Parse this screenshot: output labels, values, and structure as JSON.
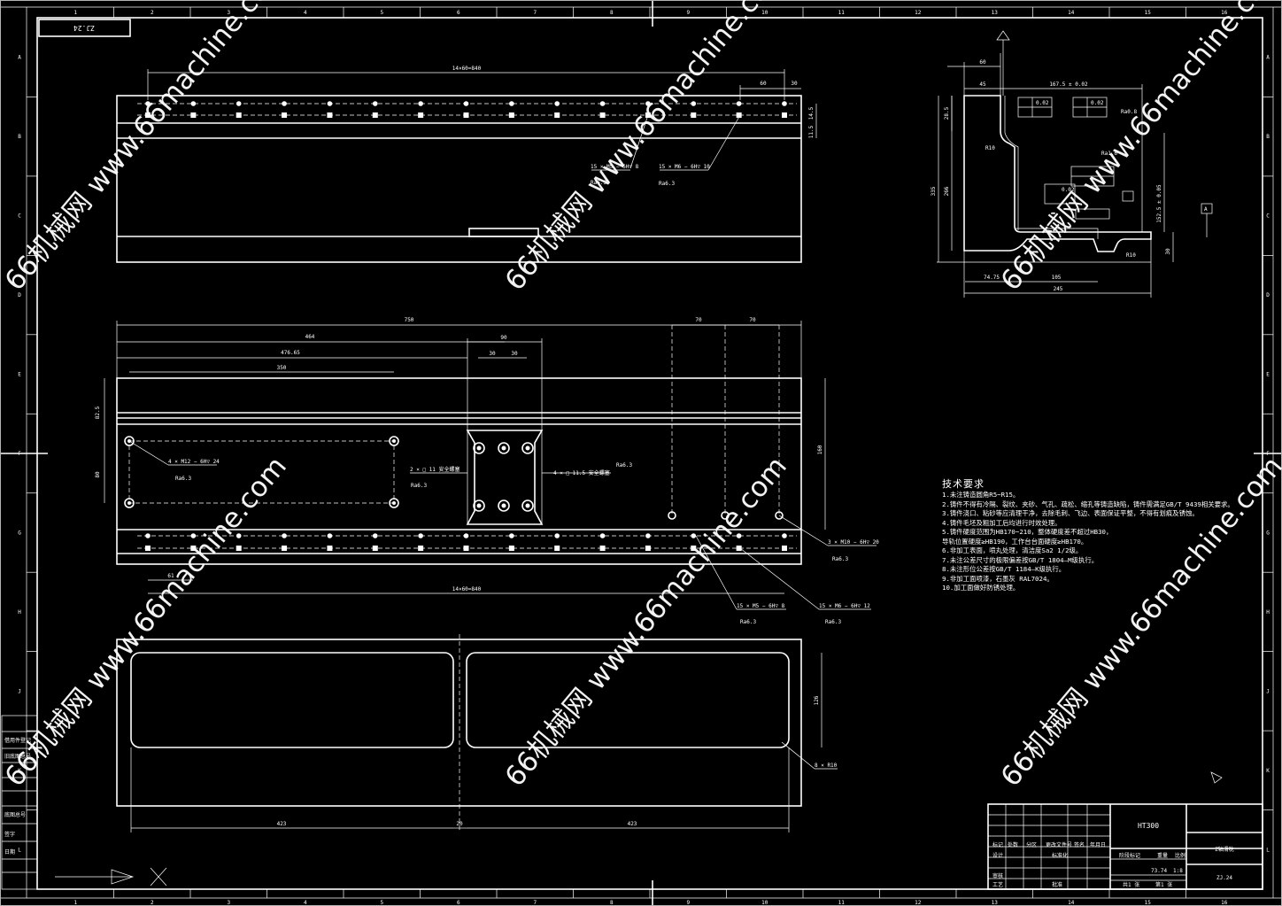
{
  "frame": {
    "col_numbers": [
      "1",
      "2",
      "3",
      "4",
      "5",
      "6",
      "7",
      "8",
      "9",
      "10",
      "11",
      "12",
      "13",
      "14",
      "15",
      "16"
    ],
    "row_letters": [
      "A",
      "B",
      "C",
      "D",
      "E",
      "F",
      "G",
      "H",
      "J",
      "K",
      "L"
    ]
  },
  "title_stamp": "ZJ.24",
  "watermark": {
    "url": "www.66machine.com",
    "cn": "66机械网"
  },
  "view1": {
    "dim_top": "14×60=840",
    "dim_60": "60",
    "dim_30": "30",
    "dim_vert_a": "14.5",
    "dim_vert_b": "11.5",
    "callout_m5": "15 × M5 − 6H▽ 8",
    "callout_m6": "15 × M6 − 6H▽ 10",
    "roughness": "Ra6.3"
  },
  "view2": {
    "dim_750": "750",
    "dim_464": "464",
    "dim_47665": "476.65",
    "dim_350": "350",
    "dim_90": "90",
    "dim_30a": "30",
    "dim_30b": "30",
    "dim_70a": "70",
    "dim_70b": "70",
    "dim_825": "82.5",
    "dim_80": "80",
    "dim_160": "160",
    "dim_61": "61",
    "dim_bottom": "14×60=840",
    "callout_m12": "4 × M12 − 6H▽ 24",
    "callout_sq11": "2 × □ 11 安全螺塞",
    "callout_sq115": "4 × □ 11.5 安全螺塞",
    "callout_m10": "3 × M10 − 6H▽ 20",
    "callout_m5": "15 × M5 − 6H▽ 8",
    "callout_m6": "15 × M6 − 6H▽ 12",
    "roughness": "Ra6.3"
  },
  "view3": {
    "dim_423a": "423",
    "dim_423b": "423",
    "dim_20": "20",
    "dim_126": "126",
    "callout_r10": "8 × R10"
  },
  "section": {
    "dim_60": "60",
    "dim_45": "45",
    "dim_1675": "167.5 ± 0.02",
    "dim_2855": "28.5",
    "dim_335": "335",
    "dim_266": "266",
    "dim_1525": "152.5 ± 0.05",
    "dim_30": "30",
    "dim_7475": "74.75",
    "dim_105": "105",
    "dim_245": "245",
    "r10a": "R10",
    "r10b": "R10",
    "ra16": "Ra1.6",
    "ra08": "Ra0.8",
    "tol_1": "0.02",
    "tol_2": "0.02",
    "tol_3": "0.02",
    "datum": "A"
  },
  "tech": {
    "heading": "技术要求",
    "items": [
      "1.未注铸造圆角R5~R15。",
      "2.铸件不得有冷隔、裂纹、夹砂、气孔、疏松、缩孔等铸造缺陷，铸件需满足GB/T 9439相关要求。",
      "3.铸件浇口、粘砂等应清理干净，去除毛刺、飞边、表面保证平整，不得有划痕及锈蚀。",
      "4.铸件毛坯及粗加工后均进行时效处理。",
      "5.铸件硬度范围为HB170~210，整体硬度差不超过HB30，",
      "  导轨位置硬度≥HB190，工作台台面硬度≥HB170。",
      "6.非加工表面，喷丸处理，清洁度Sa2 1/2级。",
      "7.未注公差尺寸的极限偏差按GB/T 1804—M级执行。",
      "8.未注形位公差按GB/T 1184—K级执行。",
      "9.非加工面喷漆，石墨灰 RAL7024。",
      "10.加工面做好防锈处理。"
    ]
  },
  "titleblock": {
    "material": "HT300",
    "part_name": "Z轴滑枕",
    "drawing_no": "ZJ.24",
    "weight": "73.74",
    "scale": "1:8",
    "headers": [
      "标记",
      "处数",
      "分区",
      "更改文件号",
      "签名",
      "年月日"
    ],
    "row_design": "设计",
    "row_std": "标准化",
    "row_review": "审核",
    "row_process": "工艺",
    "row_approve": "批准",
    "stage_labels": [
      "阶段标记",
      "重量",
      "比例"
    ],
    "sheet": "共1 张",
    "sheet_no": "第1 张"
  },
  "sidebar": {
    "labels": [
      "借用件登记",
      "旧底图总号",
      "底图总号",
      "签字",
      "日期"
    ]
  }
}
